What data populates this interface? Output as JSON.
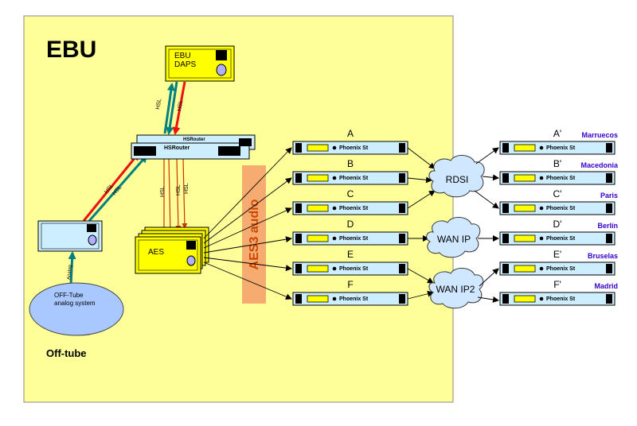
{
  "org_label": "EBU",
  "daps": {
    "line1": "EBU",
    "line2": "DAPS"
  },
  "router": {
    "top_label": "HSRouter",
    "front_label": "HSRouter"
  },
  "aes_label": "AES",
  "aes3_band_label": "AES3 audio",
  "offtube": {
    "line1": "OFF-Tube",
    "line2": "analog system",
    "caption": "Off-tube"
  },
  "link_labels": {
    "hsl": "HSL",
    "analog": "Analog"
  },
  "codec_label": "Phoenix St",
  "left_codecs": [
    {
      "letter": "A"
    },
    {
      "letter": "B"
    },
    {
      "letter": "C"
    },
    {
      "letter": "D"
    },
    {
      "letter": "E"
    },
    {
      "letter": "F"
    }
  ],
  "right_codecs": [
    {
      "letter": "A'",
      "city": "Marruecos"
    },
    {
      "letter": "B'",
      "city": "Macedonia"
    },
    {
      "letter": "C'",
      "city": "Paris"
    },
    {
      "letter": "D'",
      "city": "Berlín"
    },
    {
      "letter": "E'",
      "city": "Bruselas"
    },
    {
      "letter": "F'",
      "city": "Madrid"
    }
  ],
  "clouds": {
    "rdsi": "RDSI",
    "wan1": "WAN IP",
    "wan2": "WAN IP2"
  },
  "colors": {
    "ebu_area": "#ffff99",
    "device_blue": "#cceeff",
    "device_yellow": "#ffff00",
    "aes3_band": "#f5a36b",
    "cloud": "#cfe8ff",
    "offtube_ellipse": "#a8c8ff",
    "city_text": "#3300cc",
    "hsl_red": "#ee1111",
    "hsl_green": "#008080"
  }
}
